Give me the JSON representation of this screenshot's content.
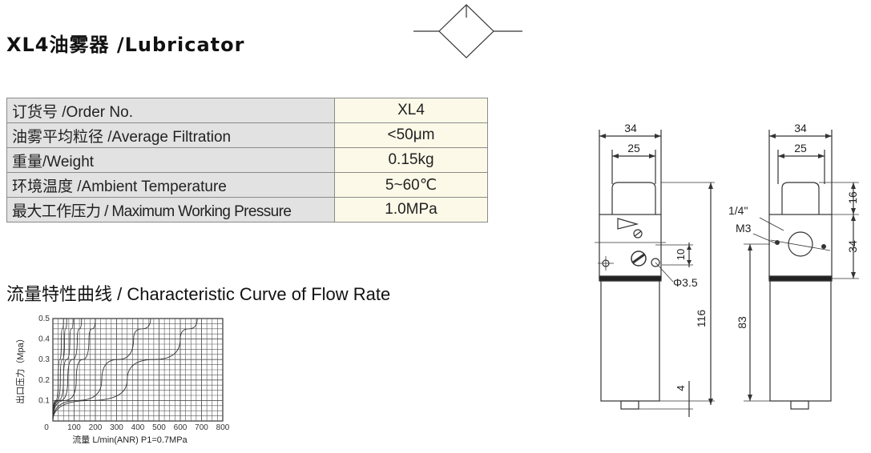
{
  "header": {
    "title": "XL4油雾器 /Lubricator"
  },
  "symbol": {
    "icon": "lubricator-symbol-icon"
  },
  "spec_table": [
    {
      "label": "订货号 /Order No.",
      "value": "XL4"
    },
    {
      "label": "油雾平均粒径 /Average Filtration",
      "value": "<50μm"
    },
    {
      "label": "重量/Weight",
      "value": "0.15kg"
    },
    {
      "label": "环境温度 /Ambient Temperature",
      "value": "5~60℃"
    },
    {
      "label": "最大工作压力 / Maximum Working Pressure",
      "value": "1.0MPa"
    }
  ],
  "curve": {
    "title": "流量特性曲线 / Characteristic Curve of Flow Rate"
  },
  "chart_data": {
    "type": "line",
    "xlabel": "流量 L/min(ANR) P1=0.7MPa",
    "ylabel": "出口压力（Mpa）",
    "x_ticks": [
      "0",
      "100",
      "200",
      "300",
      "400",
      "500",
      "600",
      "700",
      "800"
    ],
    "y_ticks": [
      "0.1",
      "0.2",
      "0.3",
      "0.4",
      "0.5"
    ],
    "xlim": [
      0,
      800
    ],
    "ylim": [
      0,
      0.5
    ],
    "grid": true,
    "series": [
      {
        "x": [
          0,
          25,
          40,
          50
        ],
        "y": [
          0,
          0.2,
          0.4,
          0.5
        ]
      },
      {
        "x": [
          0,
          35,
          55,
          65
        ],
        "y": [
          0,
          0.2,
          0.4,
          0.5
        ]
      },
      {
        "x": [
          0,
          50,
          80,
          95
        ],
        "y": [
          0,
          0.2,
          0.4,
          0.5
        ]
      },
      {
        "x": [
          0,
          70,
          115,
          135
        ],
        "y": [
          0,
          0.2,
          0.4,
          0.5
        ]
      },
      {
        "x": [
          0,
          110,
          170,
          200
        ],
        "y": [
          0,
          0.2,
          0.4,
          0.5
        ]
      },
      {
        "x": [
          0,
          230,
          380,
          460
        ],
        "y": [
          0,
          0.2,
          0.4,
          0.5
        ]
      },
      {
        "x": [
          0,
          350,
          600,
          680
        ],
        "y": [
          0,
          0.2,
          0.4,
          0.5
        ]
      }
    ]
  },
  "dimensions": {
    "front": {
      "width_outer": "34",
      "width_inner": "25",
      "height_total": "116",
      "height_ports": "10",
      "bottom_gap": "4",
      "hole": "Φ3.5"
    },
    "side": {
      "width_outer": "34",
      "width_inner": "25",
      "cap_height": "16",
      "body_height": "34",
      "bowl_height": "83",
      "port_thread": "1/4\"",
      "screw": "M3"
    }
  }
}
